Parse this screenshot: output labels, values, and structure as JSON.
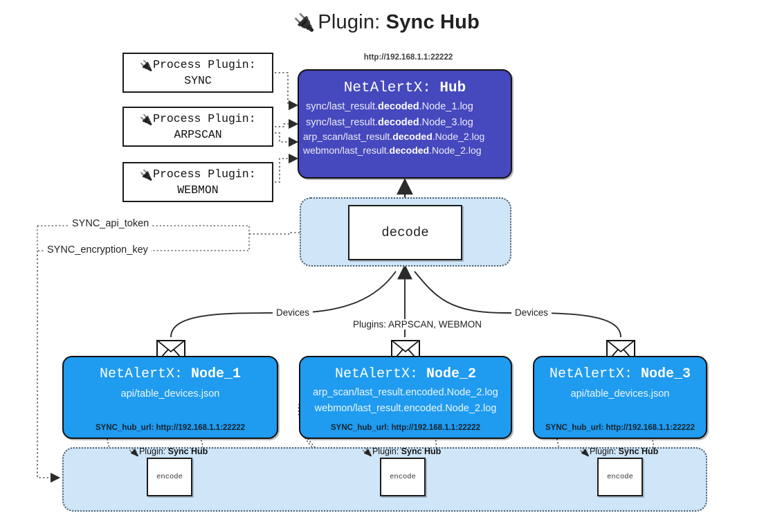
{
  "title": {
    "icon": "plug-icon",
    "prefix": "Plugin: ",
    "name": "Sync Hub",
    "glyph": "🔌"
  },
  "colors": {
    "hub": "#4648bd",
    "node": "#1f9bf0",
    "panel": "#cfe5f8",
    "outline": "#111111"
  },
  "process_plugins": [
    {
      "line1": "Process Plugin:",
      "line2": "SYNC",
      "icon": "plug-icon"
    },
    {
      "line1": "Process Plugin:",
      "line2": "ARPSCAN",
      "icon": "plug-icon"
    },
    {
      "line1": "Process Plugin:",
      "line2": "WEBMON",
      "icon": "plug-icon"
    }
  ],
  "hub": {
    "url": "http://192.168.1.1:22222",
    "title_prefix": "NetAlertX: ",
    "title_name": "Hub",
    "logs": [
      {
        "pre": "sync/last_result.",
        "mid": "decoded",
        "post": ".Node_1.log"
      },
      {
        "pre": "sync/last_result.",
        "mid": "decoded",
        "post": ".Node_3.log"
      },
      {
        "pre": "arp_scan/last_result.",
        "mid": "decoded",
        "post": ".Node_2.log"
      },
      {
        "pre": "webmon/last_result.",
        "mid": "decoded",
        "post": ".Node_2.log"
      }
    ]
  },
  "decode": {
    "label": "decode"
  },
  "keys": {
    "api_token": "SYNC_api_token",
    "encryption_key": "SYNC_encryption_key"
  },
  "edge_labels": {
    "devices_left": "Devices",
    "plugins_center": "Plugins: ARPSCAN, WEBMON",
    "devices_right": "Devices"
  },
  "nodes": [
    {
      "title_prefix": "NetAlertX: ",
      "title_name": "Node_1",
      "lines": [
        "api/table_devices.json"
      ],
      "hub_url": "SYNC_hub_url: http://192.168.1.1:22222"
    },
    {
      "title_prefix": "NetAlertX: ",
      "title_name": "Node_2",
      "lines": [
        "arp_scan/last_result.encoded.Node_2.log",
        "webmon/last_result.encoded.Node_2.log"
      ],
      "hub_url": "SYNC_hub_url: http://192.168.1.1:22222"
    },
    {
      "title_prefix": "NetAlertX: ",
      "title_name": "Node_3",
      "lines": [
        "api/table_devices.json"
      ],
      "hub_url": "SYNC_hub_url: http://192.168.1.1:22222"
    }
  ],
  "encode_panel": {
    "plugin_tag_prefix": "Plugin: ",
    "plugin_tag_name": "Sync Hub",
    "encode_label": "encode",
    "items": [
      {
        "tag_prefix": "Plugin: ",
        "tag_name": "Sync Hub",
        "label": "encode"
      },
      {
        "tag_prefix": "Plugin: ",
        "tag_name": "Sync Hub",
        "label": "encode"
      },
      {
        "tag_prefix": "Plugin: ",
        "tag_name": "Sync Hub",
        "label": "encode"
      }
    ]
  }
}
